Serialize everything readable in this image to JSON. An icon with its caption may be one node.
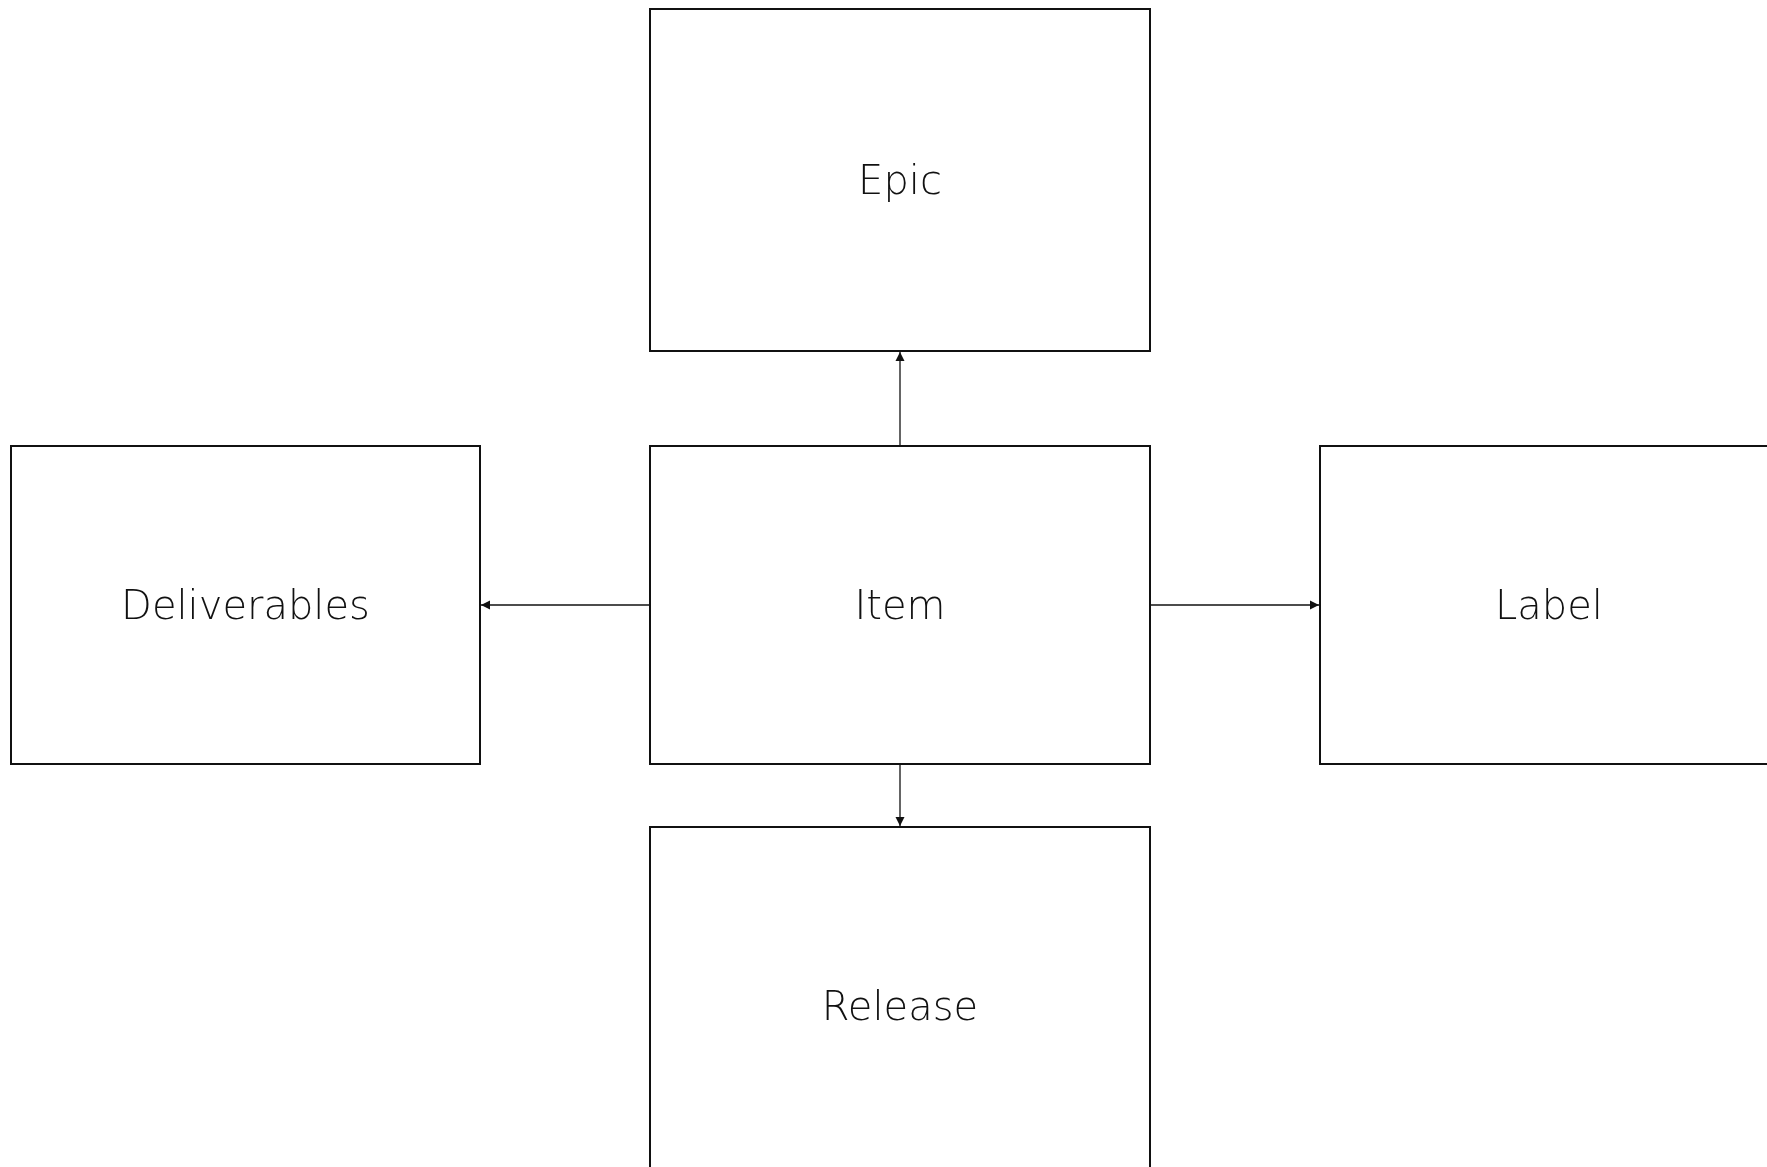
{
  "diagram": {
    "nodes": [
      {
        "text": [
          "Epic"
        ]
      },
      {
        "text": [
          "Deliverables"
        ]
      },
      {
        "text": [
          "Item"
        ]
      },
      {
        "text": [
          "Label"
        ]
      },
      {
        "text": [
          "Release"
        ]
      }
    ],
    "edges": [
      {
        "from": 2,
        "to": 0,
        "arrow": "to"
      },
      {
        "from": 2,
        "to": 1,
        "arrow": "to"
      },
      {
        "from": 2,
        "to": 3,
        "arrow": "to"
      },
      {
        "from": 2,
        "to": 4,
        "arrow": "to"
      }
    ]
  }
}
